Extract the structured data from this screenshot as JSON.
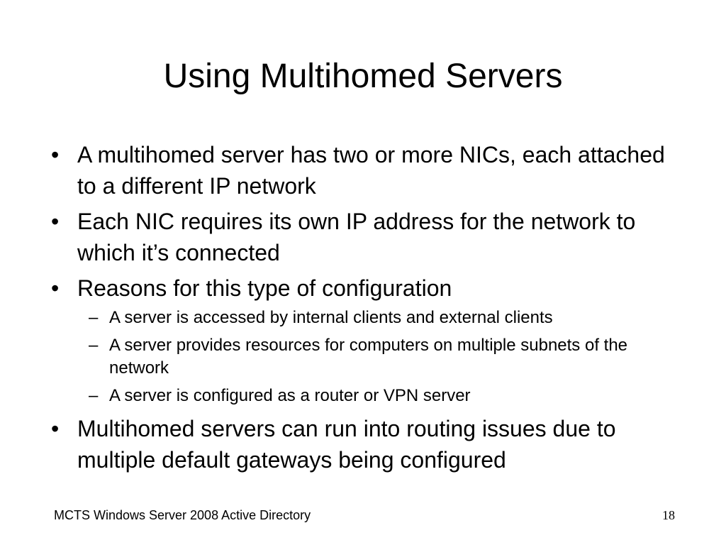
{
  "slide": {
    "title": "Using Multihomed Servers",
    "bullets": [
      {
        "text": "A multihomed server has two or more NICs, each attached to a different IP network",
        "sub": []
      },
      {
        "text": "Each NIC requires its own IP address for the network to which it’s connected",
        "sub": []
      },
      {
        "text": "Reasons for this type of configuration",
        "sub": [
          "A server is accessed by internal clients and external clients",
          "A server provides resources for computers on multiple subnets of the network",
          "A server is configured as a router or VPN server"
        ]
      },
      {
        "text": "Multihomed servers can run into routing issues due to multiple default gateways being configured",
        "sub": []
      }
    ],
    "bullet_glyph": "•",
    "sub_glyph": "–"
  },
  "footer": {
    "course": "MCTS Windows Server 2008 Active Directory",
    "page_number": "18"
  }
}
